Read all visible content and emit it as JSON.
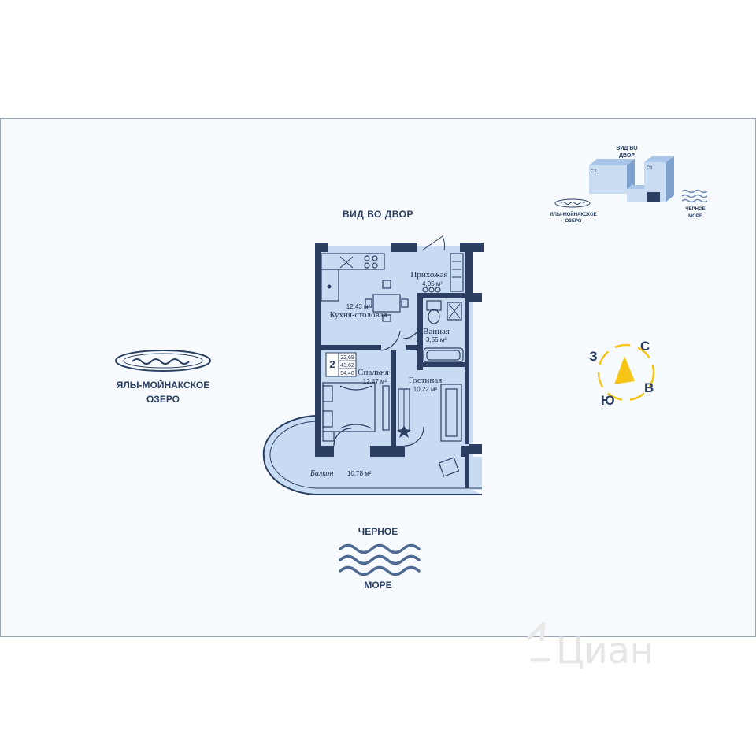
{
  "labels": {
    "courtyard_view": "ВИД ВО ДВОР",
    "lake_name_line1": "ЯЛЫ-МОЙНАКСКОЕ",
    "lake_name_line2": "ОЗЕРО",
    "sea_line1": "ЧЕРНОЕ",
    "sea_line2": "МОРЕ"
  },
  "rooms": {
    "hallway": {
      "name": "Прихожая",
      "area": "4,95 м²"
    },
    "kitchen": {
      "name": "Кухня-столовая",
      "area": "12,43 м²"
    },
    "bathroom": {
      "name": "Ванная",
      "area": "3,55 м²"
    },
    "bedroom": {
      "name": "Спальня",
      "area": "12,47 м²"
    },
    "living": {
      "name": "Гостиная",
      "area": "10,22 м²"
    },
    "balcony": {
      "name": "Балкон",
      "area": "10,78 м²"
    }
  },
  "summary": {
    "rooms_count": "2",
    "living_area": "22,69",
    "total_area_no_balcony": "43,62",
    "total_area": "54,40"
  },
  "compass": {
    "north": "С",
    "east": "В",
    "south": "Ю",
    "west": "З",
    "color": "#f5c518"
  },
  "minimap": {
    "courtyard_line1": "ВИД ВО",
    "courtyard_line2": "ДВОР",
    "building_c2": "С2",
    "building_c1": "С1",
    "lake_line1": "ЯЛЫ-МОЙНАКСКОЕ",
    "lake_line2": "ОЗЕРО",
    "sea_line1": "ЧЕРНОЕ",
    "sea_line2": "МОРЕ"
  },
  "watermark": "Циан",
  "colors": {
    "wall": "#2b3f63",
    "room_fill": "#c7dbf2",
    "panel_bg": "#f7fbff",
    "accent": "#f5c518"
  }
}
